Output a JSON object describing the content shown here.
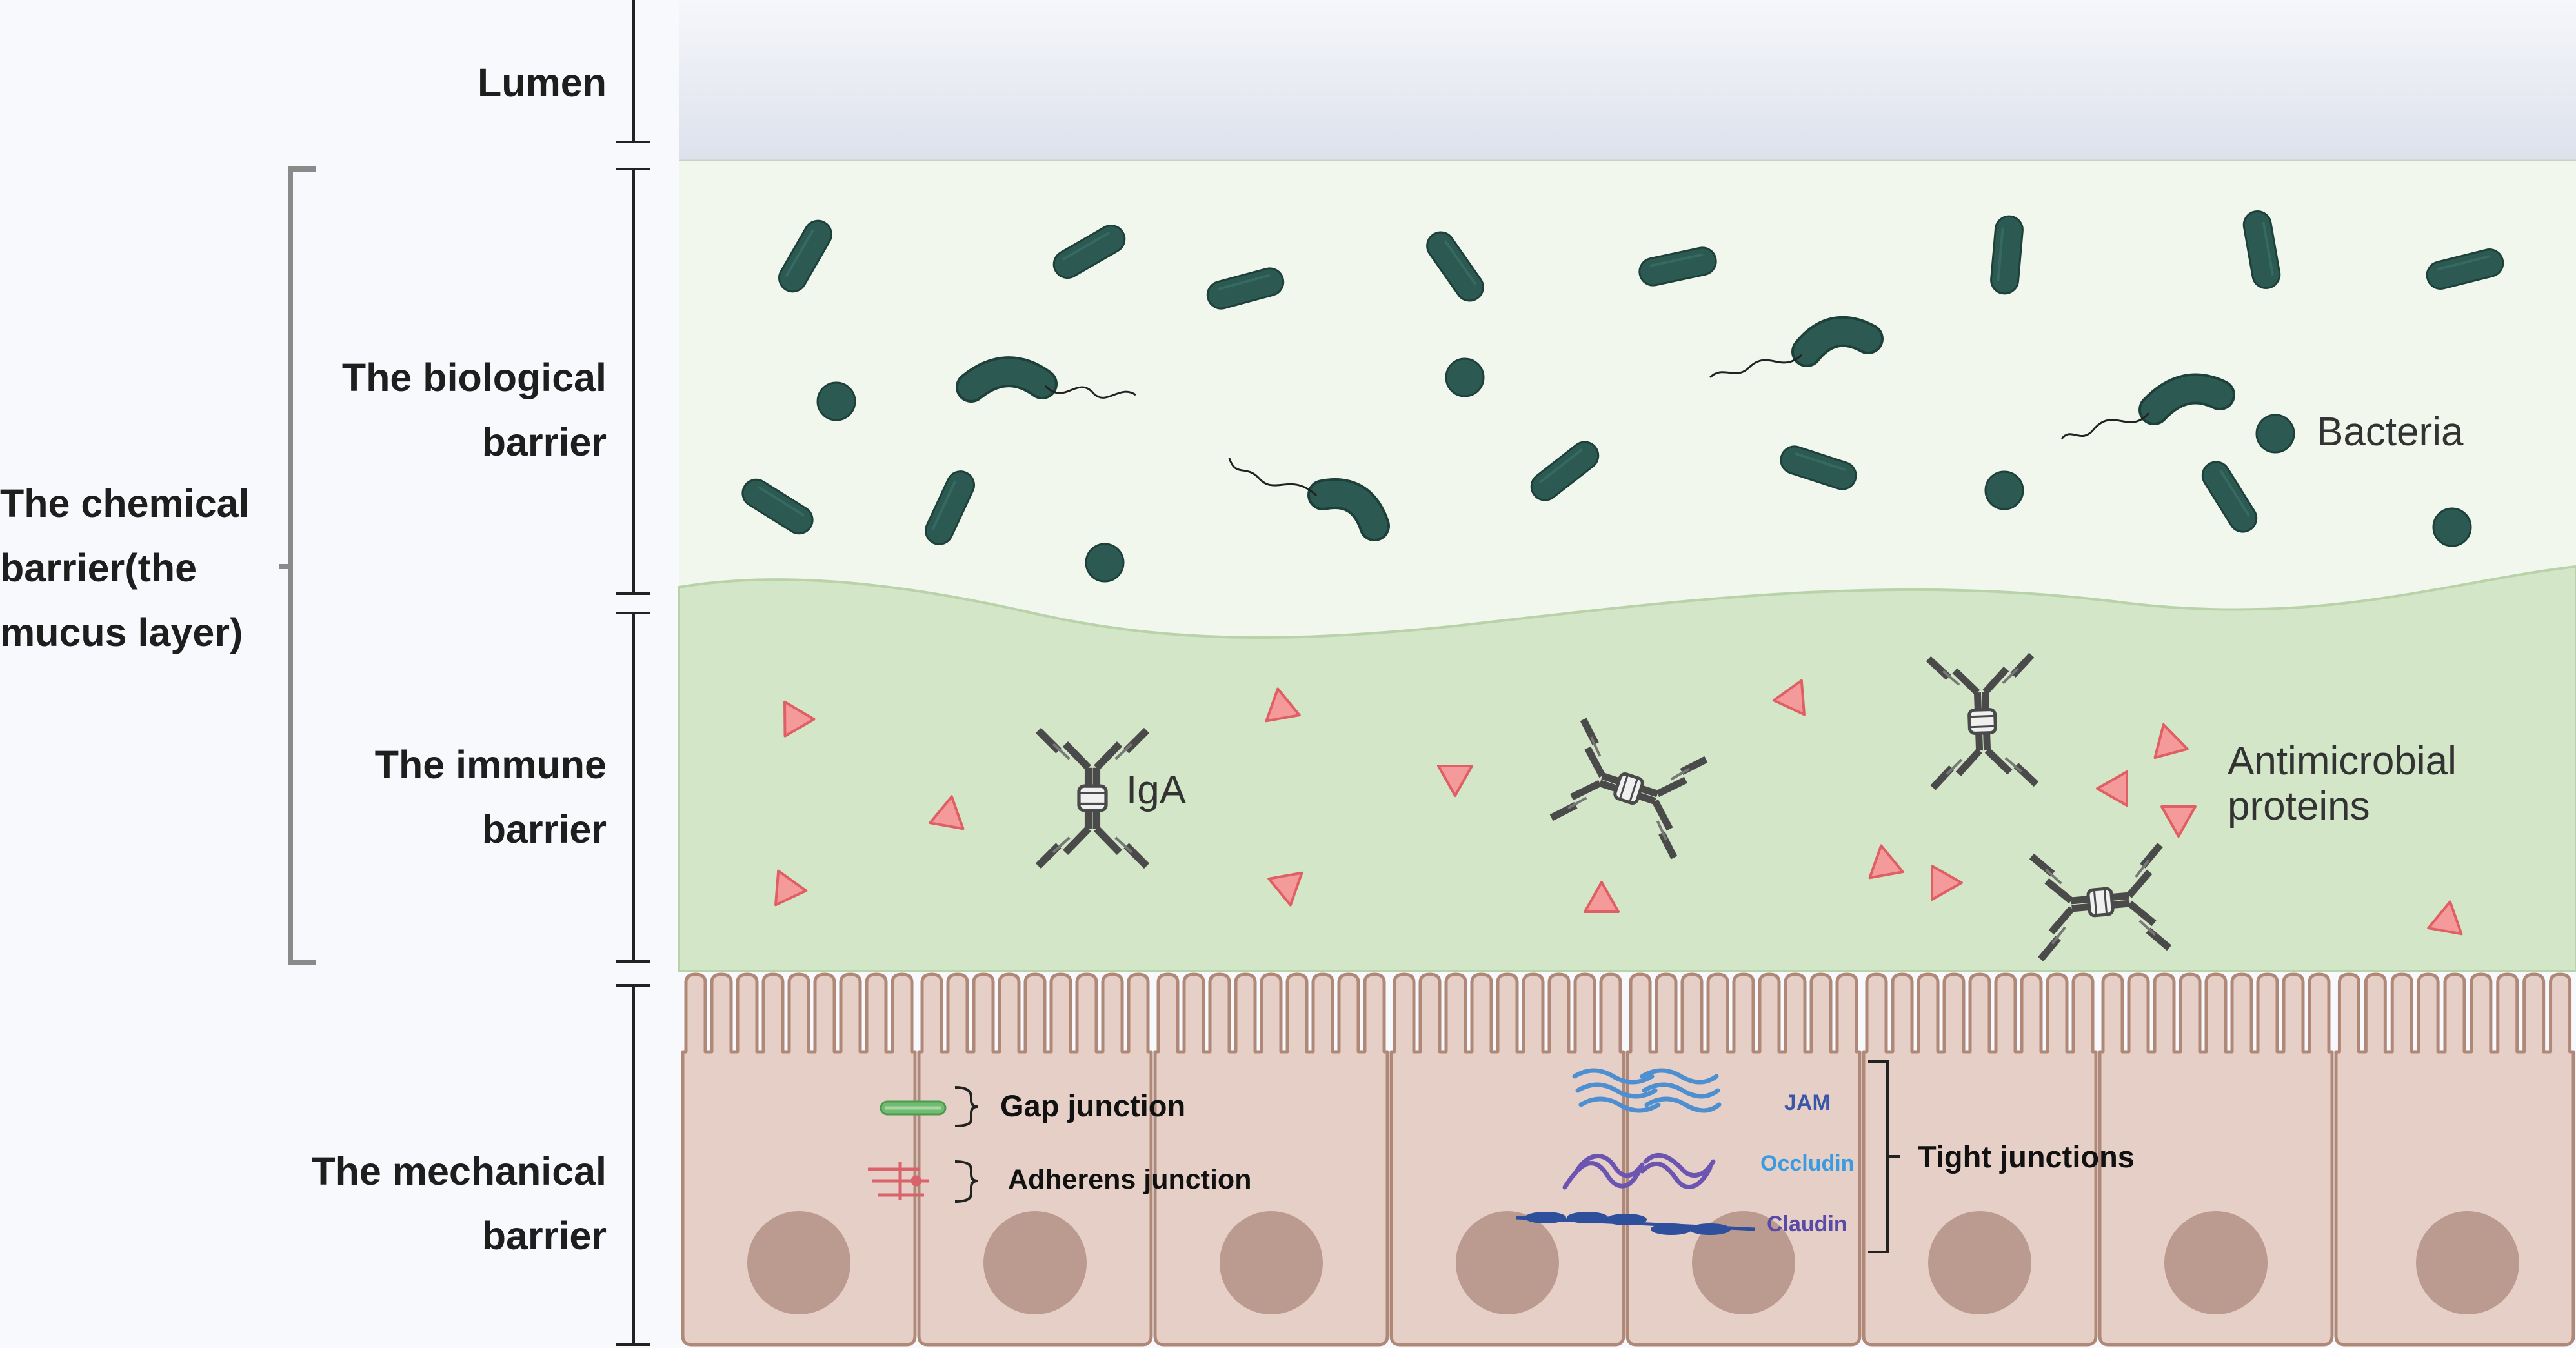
{
  "layers": {
    "lumen": "Lumen",
    "biological": [
      "The biological",
      "barrier"
    ],
    "chemical": [
      "The chemical",
      "barrier(the",
      "mucus layer)"
    ],
    "immune": [
      "The immune",
      "barrier"
    ],
    "mechanical": [
      "The mechanical",
      "barrier"
    ]
  },
  "annotations": {
    "bacteria": "Bacteria",
    "iga": "IgA",
    "amp": [
      "Antimicrobial",
      "proteins"
    ],
    "gap_junction": "Gap junction",
    "adherens_junction": "Adherens junction",
    "tight_junctions": "Tight junctions",
    "jam": "JAM",
    "occludin": "Occludin",
    "claudin": "Claudin"
  },
  "colors": {
    "background": "#f8f9fd",
    "lumen": "#dfe3ee",
    "biological_layer": "#f2f7ee",
    "immune_layer": "#d3e6c8",
    "cell_fill": "#e6cfc6",
    "cell_stroke": "#b08878",
    "nucleus": "#bb9a8f",
    "bacteria": "#2c5a52",
    "bacteria_stroke": "#1e403a",
    "amp": "#f49a9a",
    "amp_stroke": "#e05f64",
    "antibody": "#4a4a4a",
    "gap_junction": "#71bb72",
    "adherens_junction": "#d9636b",
    "jam": "#4e8fd1",
    "occludin": "#6b55b1",
    "claudin": "#2e4f9b",
    "bracket": "#8a8a8a"
  }
}
